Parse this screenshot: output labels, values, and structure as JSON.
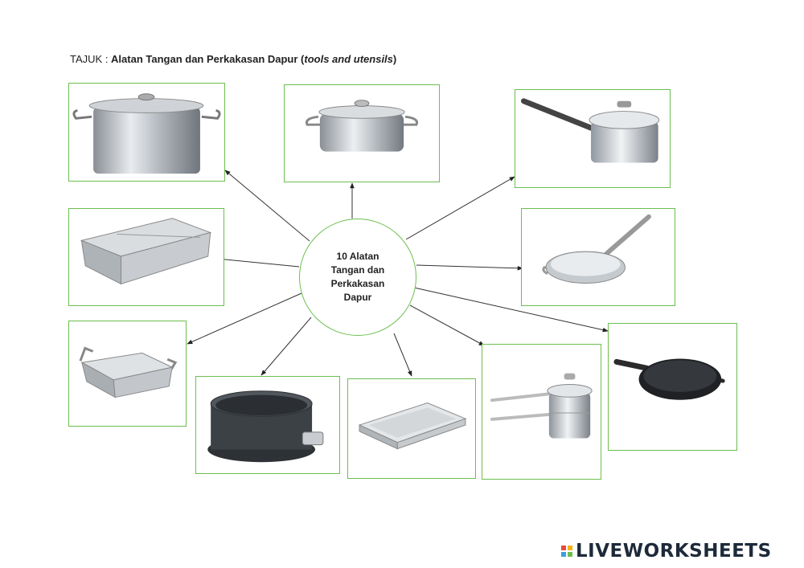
{
  "header": {
    "prefix": "TAJUK : ",
    "title": "Alatan Tangan dan Perkakasan Dapur",
    "subtitle_italic": "tools and utensils",
    "open_paren": " (",
    "close_paren": ")"
  },
  "center": {
    "label": "10 Alatan Tangan dan Perkakasan Dapur"
  },
  "images": [
    {
      "id": "stock-pot",
      "icon": "stock-pot-icon"
    },
    {
      "id": "brazier-pot",
      "icon": "brazier-pot-icon"
    },
    {
      "id": "saucepan",
      "icon": "saucepan-icon"
    },
    {
      "id": "hotel-pan",
      "icon": "hotel-pan-icon"
    },
    {
      "id": "saute-pan",
      "icon": "saute-pan-icon"
    },
    {
      "id": "roasting-pan",
      "icon": "roasting-pan-icon"
    },
    {
      "id": "springform-pan",
      "icon": "springform-pan-icon"
    },
    {
      "id": "sheet-pan",
      "icon": "sheet-pan-icon"
    },
    {
      "id": "double-boiler",
      "icon": "double-boiler-icon"
    },
    {
      "id": "cast-iron-skillet",
      "icon": "cast-iron-skillet-icon"
    }
  ],
  "colors": {
    "frame": "#6cbf4f",
    "brand_text": "#1d2a3a"
  },
  "brand": {
    "name": "LIVEWORKSHEETS"
  }
}
